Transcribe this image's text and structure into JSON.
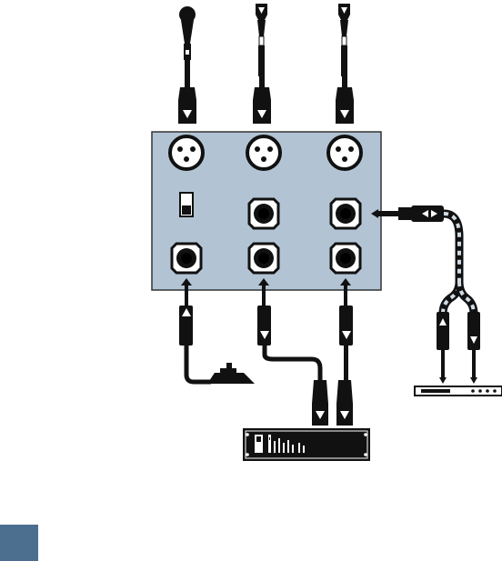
{
  "diagram": {
    "colors": {
      "panel_fill": "#b2c4d4",
      "panel_stroke": "#333333",
      "cable": "#111111",
      "cable_light": "#d0dbe4",
      "jack_ring": "#111111",
      "page_tab": "#4c6f8f",
      "device_body": "#111111"
    },
    "components": [
      {
        "name": "microphone",
        "icon": "handheld-mic-icon"
      },
      {
        "name": "xlr-cable-2",
        "icon": "xlr-connector-icon"
      },
      {
        "name": "xlr-cable-3",
        "icon": "xlr-connector-icon"
      },
      {
        "name": "patch-panel",
        "icon": "panel-icon"
      },
      {
        "name": "footswitch",
        "icon": "footswitch-icon"
      },
      {
        "name": "rack-processor",
        "icon": "rack-unit-icon"
      },
      {
        "name": "rack-unit-small",
        "icon": "rack-unit-icon"
      },
      {
        "name": "y-insert-cable",
        "icon": "y-cable-icon"
      }
    ]
  }
}
